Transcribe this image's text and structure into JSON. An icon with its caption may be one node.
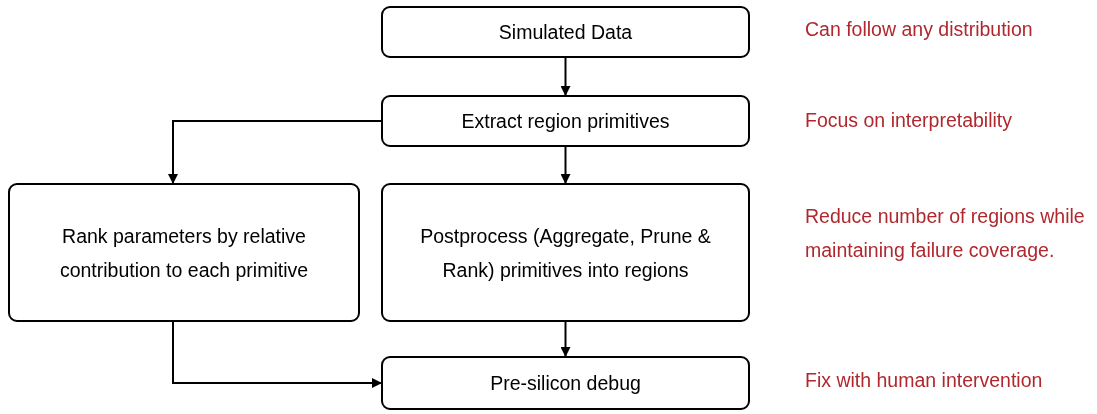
{
  "diagram": {
    "nodes": [
      {
        "text": [
          "Simulated Data"
        ]
      },
      {
        "text": [
          "Extract region primitives"
        ]
      },
      {
        "text": [
          "Rank parameters by relative contribution to each primitive"
        ]
      },
      {
        "text": [
          "Postprocess (Aggregate, Prune & Rank) primitives into regions"
        ]
      },
      {
        "text": [
          "Pre-silicon debug"
        ]
      }
    ],
    "edges": [
      {
        "from": 0,
        "to": 1,
        "arrow": "to"
      },
      {
        "from": 1,
        "to": 2,
        "arrow": "to"
      },
      {
        "from": 1,
        "to": 3,
        "arrow": "to"
      },
      {
        "from": 3,
        "to": 4,
        "arrow": "to"
      },
      {
        "from": 2,
        "to": 4,
        "arrow": "to"
      }
    ],
    "labels": [
      "Can follow any distribution",
      "Focus on interpretability",
      "Reduce number of regions while maintaining failure coverage.",
      "Fix with human intervention"
    ]
  }
}
